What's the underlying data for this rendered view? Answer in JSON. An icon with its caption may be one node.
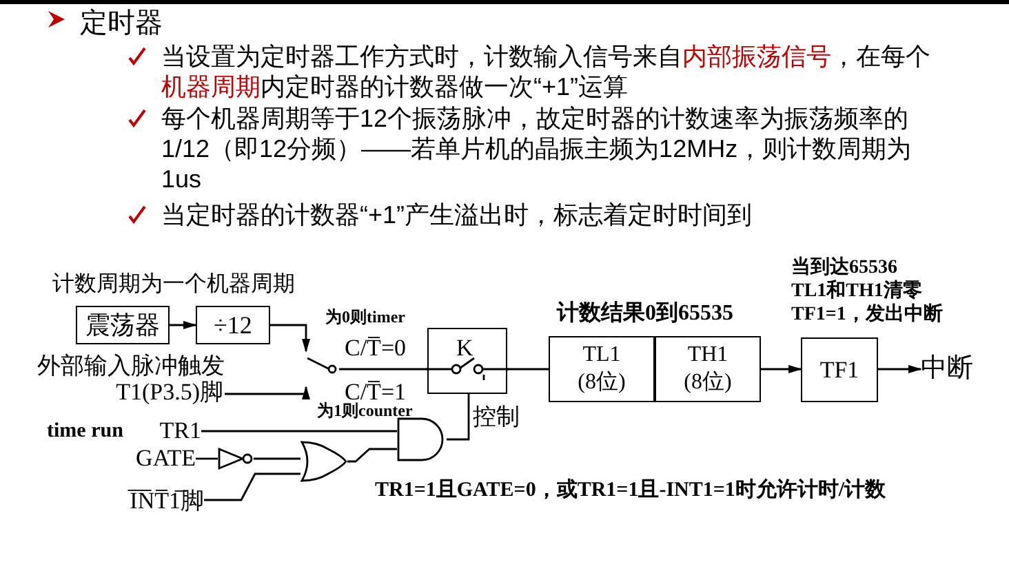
{
  "diagram": {
    "title": "定时器",
    "nodes": [
      {
        "text": [
          "震荡器"
        ]
      },
      {
        "text": [
          "÷12"
        ]
      },
      {
        "text": [],
        "shape": "switch"
      },
      {
        "text": [
          "外部输入脉冲触发",
          "T1(P3.5)脚"
        ]
      },
      {
        "text": [
          "K"
        ]
      },
      {
        "text": [
          "TL1",
          "(8位)"
        ]
      },
      {
        "text": [
          "TH1",
          "(8位)"
        ]
      },
      {
        "text": [
          "TF1"
        ]
      },
      {
        "text": [
          "中断"
        ]
      },
      {
        "text": [
          "TR1"
        ]
      },
      {
        "text": [
          "GATE"
        ]
      },
      {
        "text": [
          "I̅N̅T̅1̅脚"
        ]
      },
      {
        "text": [],
        "shape": "triangle"
      },
      {
        "text": [],
        "shape": "gate"
      },
      {
        "text": [],
        "shape": "gate"
      }
    ],
    "edges": [
      {
        "from": 0,
        "to": 1,
        "arrow": "to"
      },
      {
        "from": 1,
        "to": 2,
        "arrow": "to"
      },
      {
        "from": 3,
        "to": 2,
        "arrow": "to"
      },
      {
        "from": 2,
        "to": 4,
        "arrow": "none"
      },
      {
        "from": 4,
        "to": 5,
        "arrow": "none"
      },
      {
        "from": 6,
        "to": 7,
        "arrow": "to"
      },
      {
        "from": 7,
        "to": 8,
        "arrow": "to"
      },
      {
        "from": 9,
        "to": 14,
        "arrow": "none"
      },
      {
        "from": 10,
        "to": 12,
        "arrow": "none"
      },
      {
        "from": 12,
        "to": 13,
        "arrow": "none"
      },
      {
        "from": 11,
        "to": 13,
        "arrow": "none"
      },
      {
        "from": 13,
        "to": 14,
        "arrow": "none"
      },
      {
        "from": 14,
        "to": 4,
        "arrow": "none",
        "label": "控制"
      }
    ],
    "labels": [
      "当设置为定时器工作方式时，计数输入信号来自**内部振荡信号**，在每个**机器周期**内定时器的计数器做一次“+1”运算",
      "每个机器周期等于12个振荡脉冲，故定时器的计数速率为振荡频率的1/12（即12分频）——若单片机的晶振主频为12MHz，则计数周期为1us",
      "当定时器的计数器“+1”产生溢出时，标志着定时时间到",
      "计数周期为一个机器周期",
      "为0则timer",
      "C/T̅=0",
      "C/T̅=1",
      "为1则counter",
      "time run",
      "计数结果0到65535",
      "当到达65536",
      "TL1和TH1清零",
      "TF1=1，发出中断",
      "TR1=1且GATE=0，或TR1=1且-INT1=1时允许计时/计数"
    ]
  }
}
